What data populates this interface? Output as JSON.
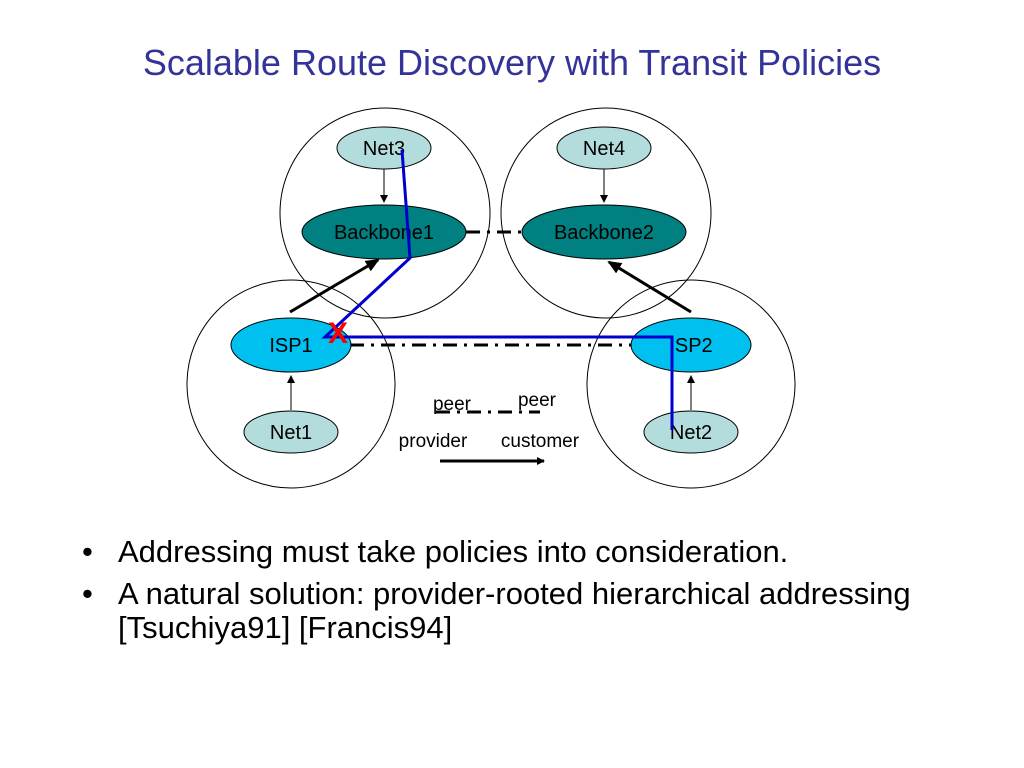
{
  "title": "Scalable Route Discovery with Transit Policies",
  "nodes": {
    "net3": "Net3",
    "net4": "Net4",
    "backbone1": "Backbone1",
    "backbone2": "Backbone2",
    "isp1": "ISP1",
    "isp2": "ISP2",
    "net1": "Net1",
    "net2": "Net2"
  },
  "failure_mark": "X",
  "legend": {
    "peer_left": "peer",
    "peer_right": "peer",
    "provider": "provider",
    "customer": "customer"
  },
  "bullets": [
    "Addressing must take policies into consideration.",
    "A natural solution: provider-rooted hierarchical addressing [Tsuchiya91] [Francis94]"
  ],
  "colors": {
    "title": "#333399",
    "net_fill": "#b3dcdc",
    "backbone_fill": "#008080",
    "isp_fill": "#00c0f0",
    "path": "#0000cc",
    "failure": "#ff0000"
  }
}
